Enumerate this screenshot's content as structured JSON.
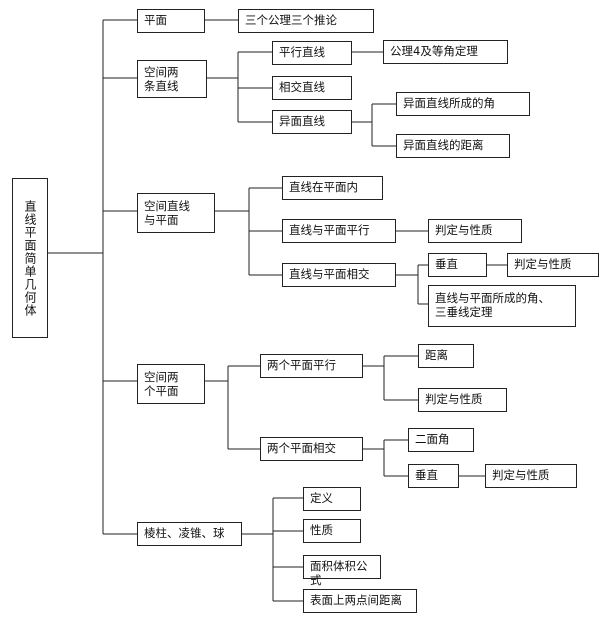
{
  "root": "直线平面简单几何体",
  "level1": {
    "plane": "平面",
    "two_lines": "空间两\n条直线",
    "line_plane": "空间直线\n与平面",
    "two_planes": "空间两\n个平面",
    "solids": "棱柱、凌锥、球"
  },
  "plane_children": {
    "axioms": "三个公理三个推论"
  },
  "two_lines_children": {
    "parallel": "平行直线",
    "intersect": "相交直线",
    "skew": "异面直线",
    "axiom4": "公理4及等角定理",
    "skew_angle": "异面直线所成的角",
    "skew_distance": "异面直线的距离"
  },
  "line_plane_children": {
    "in_plane": "直线在平面内",
    "parallel": "直线与平面平行",
    "parallel_judge": "判定与性质",
    "intersect": "直线与平面相交",
    "perpendicular": "垂直",
    "perp_judge": "判定与性质",
    "angle_theorem": "直线与平面所成的角、\n三垂线定理"
  },
  "two_planes_children": {
    "parallel": "两个平面平行",
    "distance": "距离",
    "parallel_judge": "判定与性质",
    "intersect": "两个平面相交",
    "dihedral": "二面角",
    "perpendicular": "垂直",
    "perp_judge": "判定与性质"
  },
  "solids_children": {
    "definition": "定义",
    "properties": "性质",
    "area_volume": "面积体积公式",
    "surface_distance": "表面上两点间距离"
  }
}
